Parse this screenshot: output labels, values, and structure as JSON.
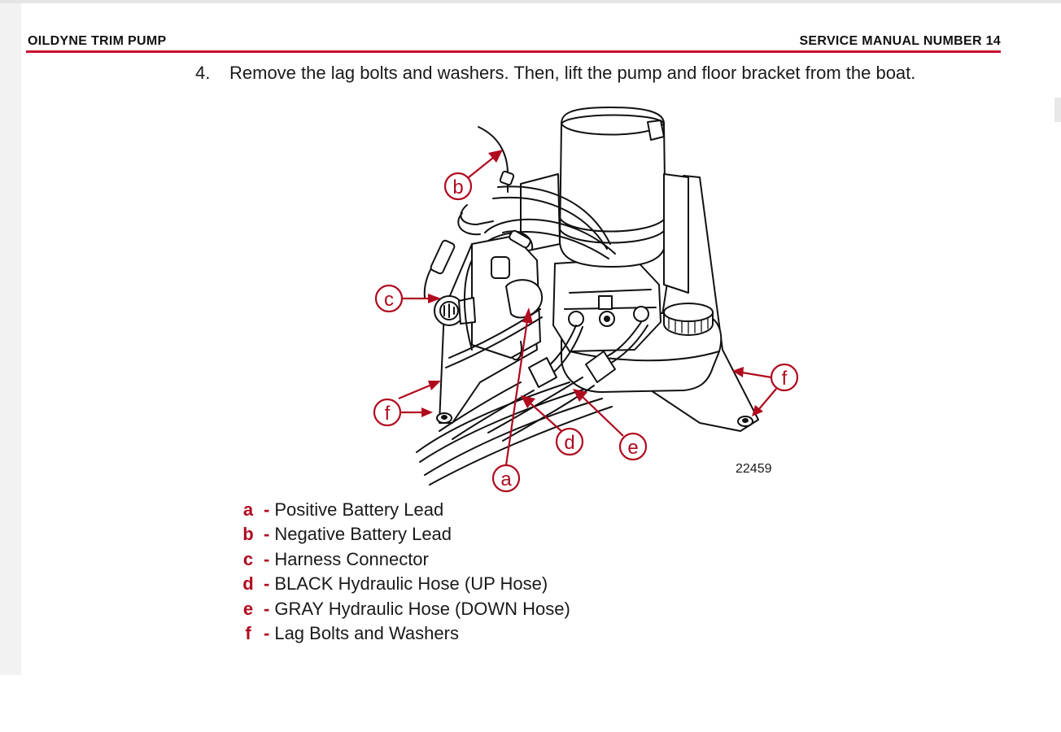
{
  "header": {
    "left": "OILDYNE TRIM PUMP",
    "right": "SERVICE MANUAL NUMBER 14"
  },
  "step": {
    "number": "4.",
    "text": "Remove the lag bolts and washers. Then, lift the pump and floor bracket from the boat."
  },
  "figure": {
    "number": "22459",
    "callouts": {
      "a": "a",
      "b": "b",
      "c": "c",
      "d": "d",
      "e": "e",
      "f": "f"
    }
  },
  "legend": [
    {
      "key": "a",
      "text": "Positive Battery Lead"
    },
    {
      "key": "b",
      "text": "Negative Battery Lead"
    },
    {
      "key": "c",
      "text": "Harness Connector"
    },
    {
      "key": "d",
      "text": "BLACK Hydraulic Hose (UP Hose)"
    },
    {
      "key": "e",
      "text": "GRAY Hydraulic Hose (DOWN Hose)"
    },
    {
      "key": "f",
      "text": "Lag Bolts and Washers"
    }
  ],
  "colors": {
    "accent_red": "#c8102e",
    "callout_red": "#b00a1e"
  }
}
